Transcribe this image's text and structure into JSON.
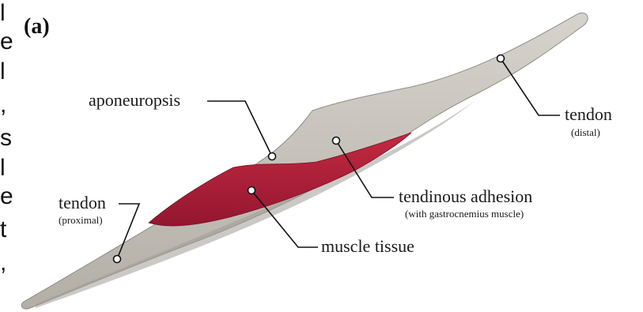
{
  "panel_label": "(a)",
  "edge_text": [
    "l",
    "e",
    "l",
    ",",
    "s",
    "l",
    "e",
    "t",
    ","
  ],
  "labels": {
    "aponeuropsis": "aponeuropsis",
    "tendon_distal": "tendon",
    "tendon_distal_sub": "(distal)",
    "tendinous_adhesion": "tendinous adhesion",
    "tendinous_adhesion_sub": "(with gastrocnemius muscle)",
    "tendon_proximal": "tendon",
    "tendon_proximal_sub": "(proximal)",
    "muscle_tissue": "muscle tissue"
  },
  "colors": {
    "tissue": "#c9c6bf",
    "tissue_dark": "#a9a59d",
    "muscle": "#b41f36",
    "muscle_dark": "#8c1428",
    "line": "#111111"
  }
}
